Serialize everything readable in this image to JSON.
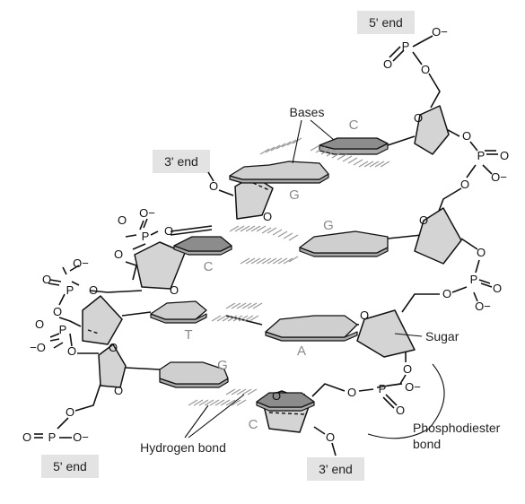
{
  "labels": {
    "five_end_top": "5' end",
    "three_end_left": "3' end",
    "five_end_bottom": "5' end",
    "three_end_bottom": "3' end",
    "bases": "Bases",
    "sugar": "Sugar",
    "hydrogen_bond": "Hydrogen bond",
    "phosphodiester_line1": "Phosphodiester",
    "phosphodiester_line2": "bond"
  },
  "base_letters": {
    "c_top": "C",
    "g_top": "G",
    "g_mid": "G",
    "c_mid": "C",
    "t": "T",
    "a": "A",
    "g_low": "G",
    "c_low": "C"
  },
  "atoms": {
    "oxygen": "O",
    "phosphorus": "P",
    "o_minus": "O−",
    "minus_o": "−O"
  },
  "colors": {
    "end_box": "#e3e3e3",
    "sugar_fill": "#d4d4d4",
    "base_light": "#cfcfcf",
    "base_dark": "#8c8c8c",
    "h_bond": "#9a9a9a",
    "base_letter": "#8a8a8a"
  }
}
